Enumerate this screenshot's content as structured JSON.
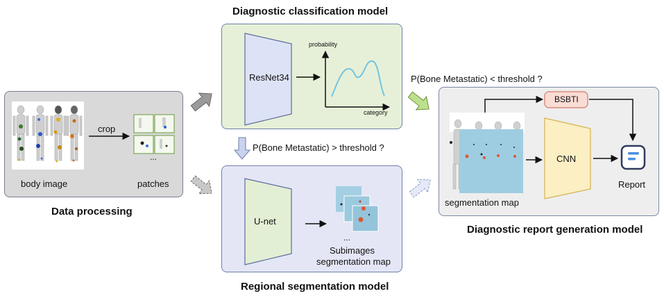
{
  "titles": {
    "classification": "Diagnostic classification model",
    "data_processing": "Data processing",
    "segmentation": "Regional segmentation model",
    "report": "Diagnostic report generation model"
  },
  "data_processing": {
    "crop": "crop",
    "body_image": "body image",
    "patches": "patches",
    "ellipsis": "..."
  },
  "classification": {
    "network": "ResNet34",
    "y_axis": "probability",
    "x_axis": "category"
  },
  "conditions": {
    "lower": "P(Bone Metastatic)  < threshold ?",
    "higher": "P(Bone Metastatic)  > threshold ?"
  },
  "segmentation": {
    "network": "U-net",
    "ellipsis": "...",
    "subimages": "Subimages",
    "seg_map": "segmentation map"
  },
  "report": {
    "bsbti": "BSBTI",
    "cnn": "CNN",
    "report": "Report",
    "seg_map": "segmentation map"
  },
  "colors": {
    "classification_panel": "#e6f0d8",
    "segmentation_panel": "#e4e6f6",
    "data_panel": "#d9d9d9",
    "report_panel": "#eeeeee",
    "resnet_block": "#dde3f6",
    "unet_block": "#e3efd4",
    "cnn_block": "#fbefc3",
    "bsbti_box": "#f9dcd4",
    "segmap": "#9ecde1",
    "curve": "#72c4e0"
  }
}
